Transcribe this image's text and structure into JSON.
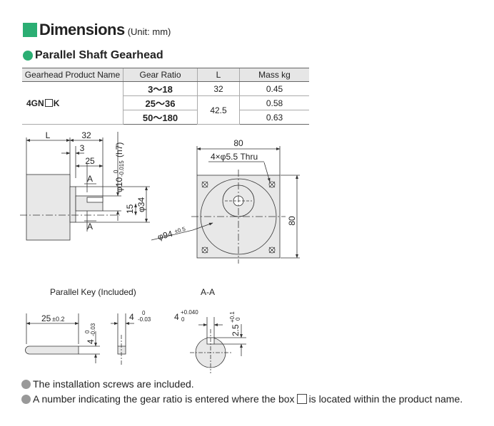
{
  "header": {
    "title": "Dimensions",
    "unit": "(Unit: mm)"
  },
  "section": {
    "title": "Parallel Shaft Gearhead"
  },
  "table": {
    "headers": [
      "Gearhead Product Name",
      "Gear Ratio",
      "L",
      "Mass kg"
    ],
    "product_prefix": "4GN",
    "product_suffix": "K",
    "ratios": [
      "3～18",
      "25～36",
      "50～180"
    ],
    "L": [
      "32",
      "42.5"
    ],
    "mass": [
      "0.45",
      "0.58",
      "0.63"
    ]
  },
  "drawing": {
    "side": {
      "L_label": "L",
      "dim_32": "32",
      "dim_3": "3",
      "dim_25": "25",
      "section_mark": "A",
      "shaft_dia": "φ10",
      "shaft_tol_top": "0",
      "shaft_tol_bottom": "-0.015",
      "shaft_fit": "(h7)",
      "dim_15": "15",
      "dim_34": "φ34"
    },
    "front": {
      "dim_80_top": "80",
      "holes": "4×φ5.5 Thru",
      "dim_80_right": "80",
      "pilot_dia": "φ94",
      "pilot_tol": "±0.5"
    },
    "key": {
      "title": "Parallel Key (Included)",
      "length": "25",
      "length_tol": "±0.2",
      "width": "4",
      "width_tol_top": "0",
      "width_tol_bottom": "-0.03",
      "height": "4",
      "height_tol_top": "0",
      "height_tol_bottom": "-0.03"
    },
    "section_aa": {
      "title": "A-A",
      "slot_width": "4",
      "slot_tol_top": "+0.040",
      "slot_tol_bottom": "0",
      "slot_depth": "2.5",
      "depth_tol_top": "+0.1",
      "depth_tol_bottom": "0"
    }
  },
  "notes": [
    "The installation screws are included.",
    "A number indicating the gear ratio is entered where the box",
    "is located within the product name."
  ],
  "colors": {
    "accent": "#2bae73",
    "note_bullet": "#999999",
    "part_fill": "#e8e8e8",
    "table_header": "#e6e6e6"
  }
}
